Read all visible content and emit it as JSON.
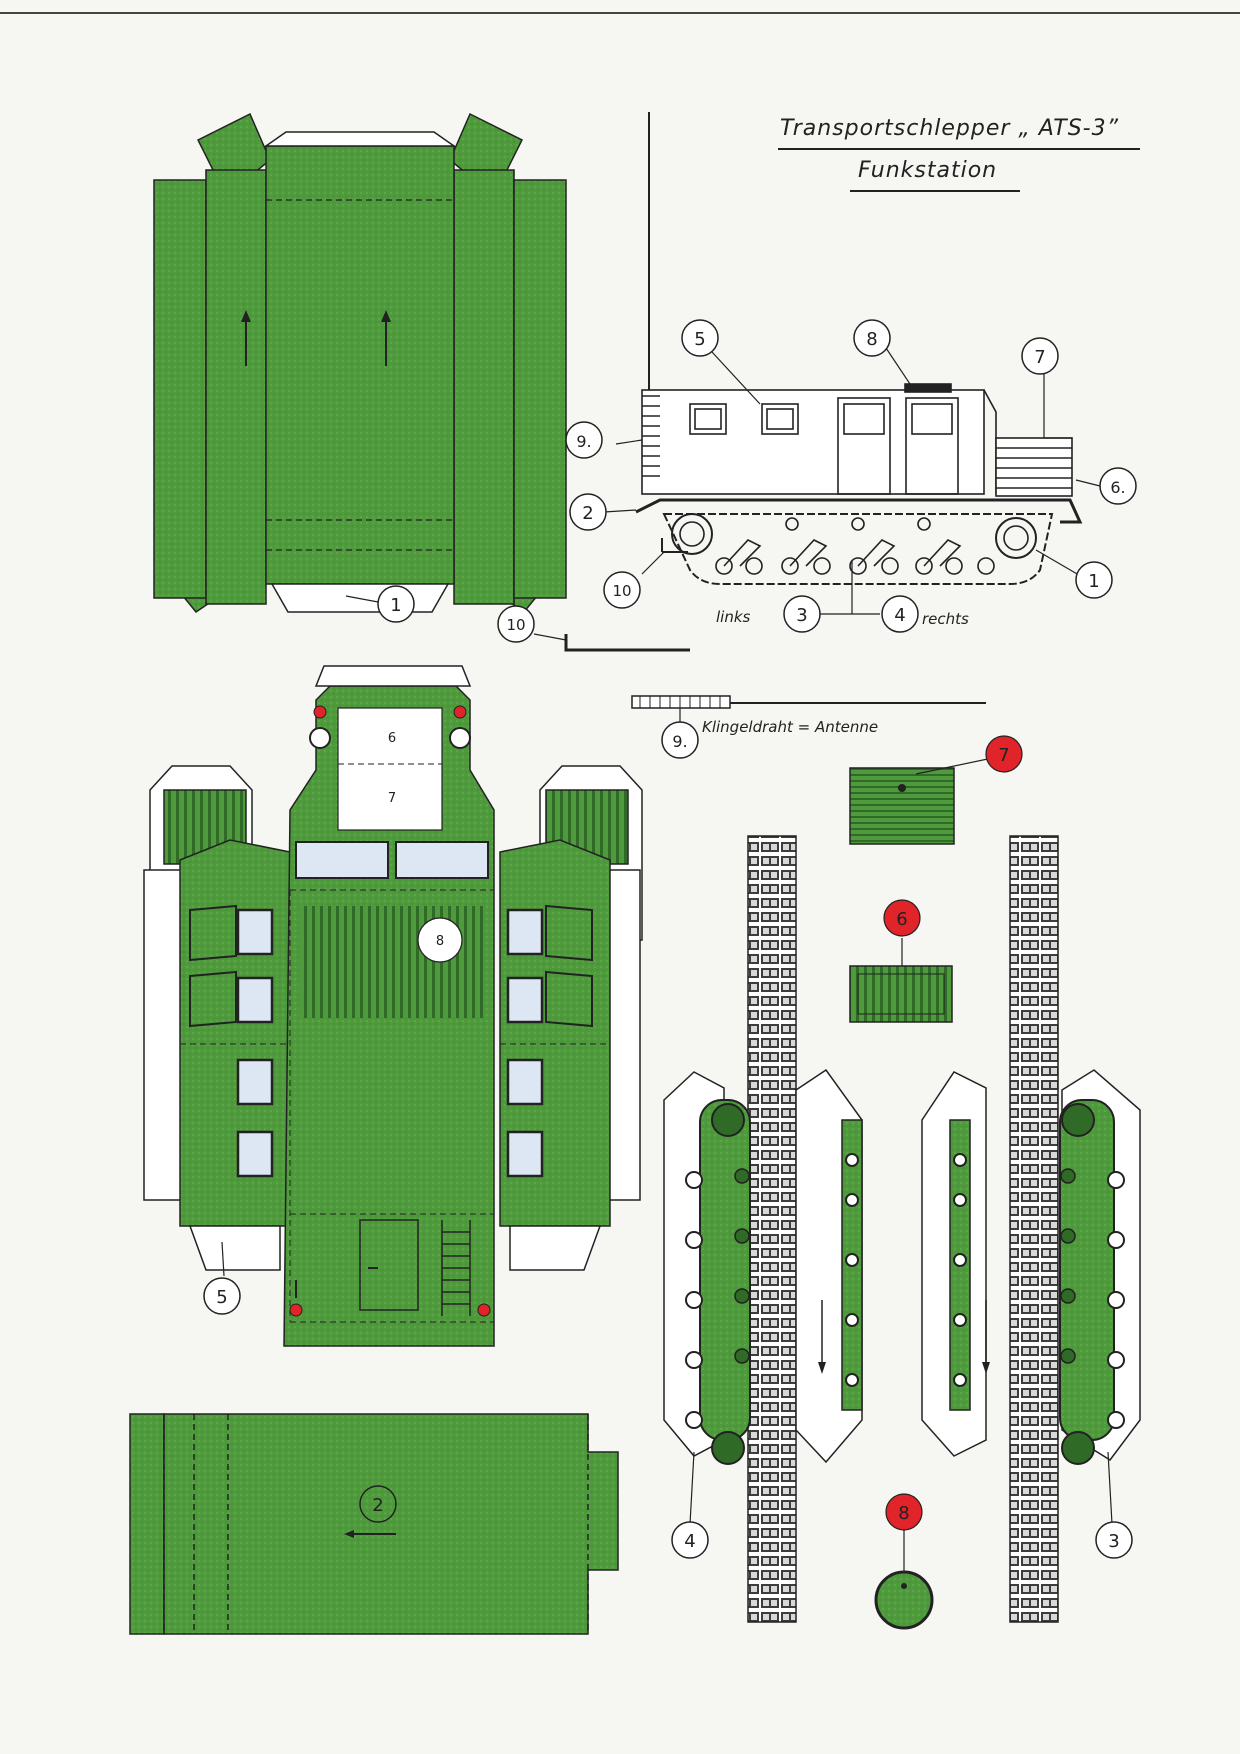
{
  "title": "Transportschlepper „ ATS-3”",
  "subtitle": "Funkstation",
  "labels": {
    "links": "links",
    "rechts": "rechts",
    "antenna": "Klingeldraht = Antenne"
  },
  "part_numbers": {
    "p1": "1",
    "p2": "2",
    "p3": "3",
    "p4": "4",
    "p5": "5",
    "p6": "6",
    "p7": "7",
    "p8": "8",
    "p9": "9.",
    "p10": "10",
    "s1": "1",
    "s2": "2",
    "s5": "5",
    "s6": "6.",
    "s7": "7",
    "s8": "8",
    "s9": "9.",
    "s10": "10",
    "s3": "3",
    "s4": "4",
    "panel6": "6",
    "panel7": "7",
    "panel8": "8",
    "red7": "7",
    "red6": "6",
    "red8": "8"
  },
  "colors": {
    "green": "#4e9a3c",
    "green_dark": "#2f6a26",
    "red": "#e0242a",
    "window": "#dde6f3",
    "ink": "#222222"
  }
}
